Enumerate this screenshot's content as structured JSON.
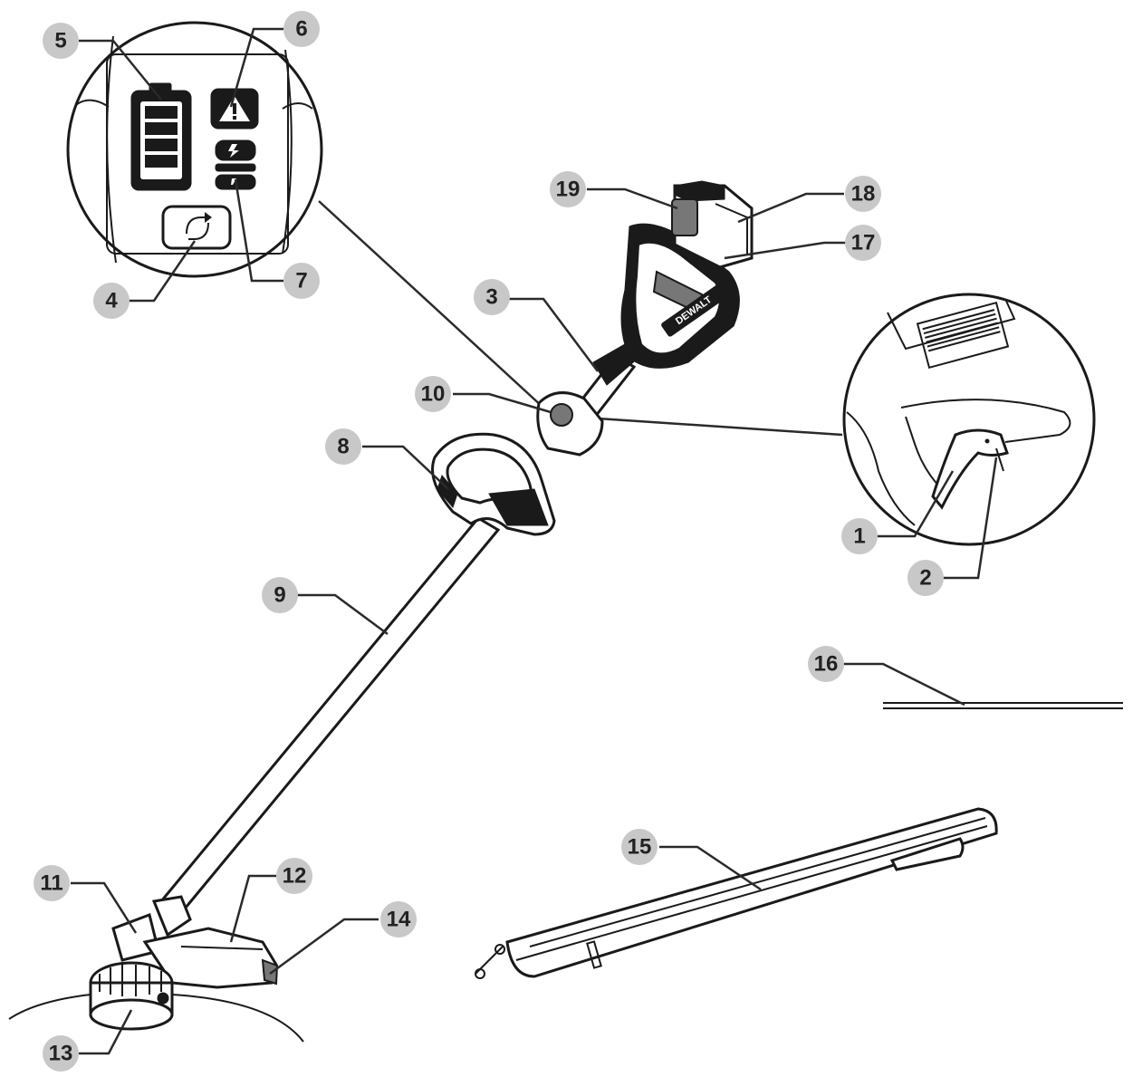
{
  "diagram": {
    "callouts": [
      {
        "id": "1",
        "label": "1"
      },
      {
        "id": "2",
        "label": "2"
      },
      {
        "id": "3",
        "label": "3"
      },
      {
        "id": "4",
        "label": "4"
      },
      {
        "id": "5",
        "label": "5"
      },
      {
        "id": "6",
        "label": "6"
      },
      {
        "id": "7",
        "label": "7"
      },
      {
        "id": "8",
        "label": "8"
      },
      {
        "id": "9",
        "label": "9"
      },
      {
        "id": "10",
        "label": "10"
      },
      {
        "id": "11",
        "label": "11"
      },
      {
        "id": "12",
        "label": "12"
      },
      {
        "id": "13",
        "label": "13"
      },
      {
        "id": "14",
        "label": "14"
      },
      {
        "id": "15",
        "label": "15"
      },
      {
        "id": "16",
        "label": "16"
      },
      {
        "id": "17",
        "label": "17"
      },
      {
        "id": "18",
        "label": "18"
      },
      {
        "id": "19",
        "label": "19"
      }
    ],
    "brand_text": "DEWALT",
    "icons": {
      "battery": "battery-gauge-icon",
      "warning": "warning-triangle-icon",
      "speed": "speed-mode-icon",
      "mode_button": "mode-cycle-button-icon"
    }
  }
}
